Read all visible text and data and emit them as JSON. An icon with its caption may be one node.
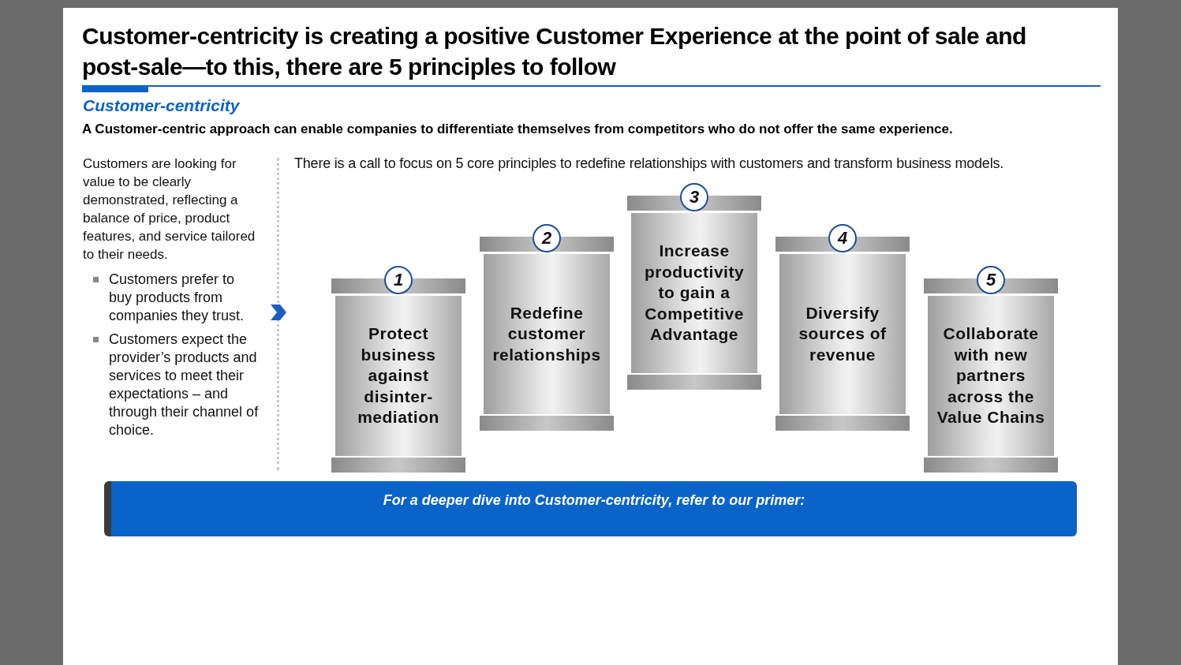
{
  "diagram": {
    "title": "Customer-centricity is creating a positive Customer Experience at the point of sale and post-sale—to this, there are 5 principles to follow",
    "nodes": [
      {
        "text": [
          "1",
          "Protect business against disinter-mediation"
        ]
      },
      {
        "text": [
          "2",
          "Redefine customer relationships"
        ]
      },
      {
        "text": [
          "3",
          "Increase productivity to gain a Competitive Advantage"
        ]
      },
      {
        "text": [
          "4",
          "Diversify sources of revenue"
        ]
      },
      {
        "text": [
          "5",
          "Collaborate with new partners across the Value Chains"
        ]
      }
    ],
    "labels": [
      "Customer-centricity",
      "A Customer-centric approach can enable companies to differentiate themselves from competitors who do not offer the same experience.",
      "Customers are looking for value to be clearly demonstrated, reflecting a balance of price, product features, and service tailored to their needs.",
      "Customers prefer to buy products from companies they trust.",
      "Customers expect the provider’s products and services to meet their expectations – and through their channel of choice.",
      "There is a call to focus on 5 core principles to redefine relationships with customers and transform business models.",
      "For a deeper dive into Customer-centricity, refer to our primer:"
    ]
  }
}
